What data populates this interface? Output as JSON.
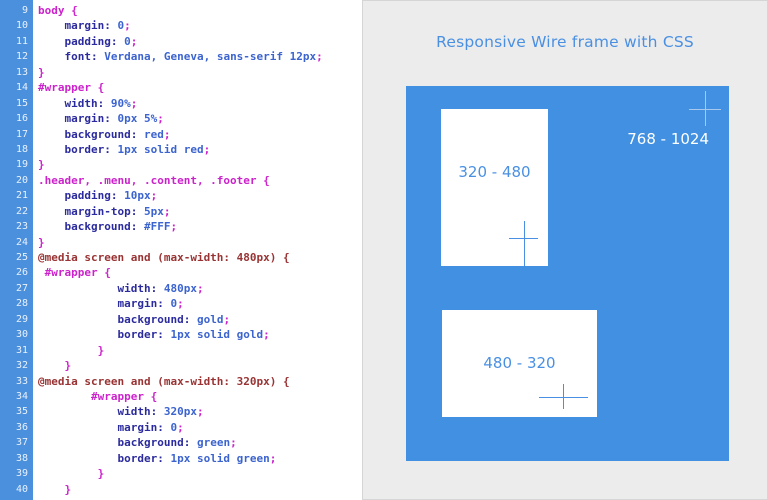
{
  "colors": {
    "gutter_blue": "#4a90dd",
    "wireframe_blue": "#4190e2",
    "accent_text_blue": "#4a90e2",
    "panel_gray": "#ececec",
    "selector_pink": "#cc22cc",
    "media_query_red": "#993333",
    "property_navy": "#2b2b9d",
    "value_blue": "#3c64cf"
  },
  "editor": {
    "first_line_number": 9,
    "last_line_number": 40,
    "lines": [
      {
        "n": 9,
        "segs": [
          [
            "body {",
            "sel"
          ]
        ]
      },
      {
        "n": 10,
        "segs": [
          [
            "    margin: ",
            "prop"
          ],
          [
            "0",
            "val"
          ],
          [
            ";",
            "sel"
          ]
        ]
      },
      {
        "n": 11,
        "segs": [
          [
            "    padding: ",
            "prop"
          ],
          [
            "0",
            "val"
          ],
          [
            ";",
            "sel"
          ]
        ]
      },
      {
        "n": 12,
        "segs": [
          [
            "    font: ",
            "prop"
          ],
          [
            "Verdana, Geneva, sans-serif 12px",
            "val"
          ],
          [
            ";",
            "sel"
          ]
        ]
      },
      {
        "n": 13,
        "segs": [
          [
            "}",
            "sel"
          ]
        ]
      },
      {
        "n": 14,
        "segs": [
          [
            "#wrapper {",
            "sel"
          ]
        ]
      },
      {
        "n": 15,
        "segs": [
          [
            "    width: ",
            "prop"
          ],
          [
            "90%",
            "val"
          ],
          [
            ";",
            "sel"
          ]
        ]
      },
      {
        "n": 16,
        "segs": [
          [
            "    margin: ",
            "prop"
          ],
          [
            "0px 5%",
            "val"
          ],
          [
            ";",
            "sel"
          ]
        ]
      },
      {
        "n": 17,
        "segs": [
          [
            "    background: ",
            "prop"
          ],
          [
            "red",
            "val"
          ],
          [
            ";",
            "sel"
          ]
        ]
      },
      {
        "n": 18,
        "segs": [
          [
            "    border: ",
            "prop"
          ],
          [
            "1px solid red",
            "val"
          ],
          [
            ";",
            "sel"
          ]
        ]
      },
      {
        "n": 19,
        "segs": [
          [
            "}",
            "sel"
          ]
        ]
      },
      {
        "n": 20,
        "segs": [
          [
            ".header, .menu, .content, .footer {",
            "sel"
          ]
        ]
      },
      {
        "n": 21,
        "segs": [
          [
            "    padding: ",
            "prop"
          ],
          [
            "10px",
            "val"
          ],
          [
            ";",
            "sel"
          ]
        ]
      },
      {
        "n": 22,
        "segs": [
          [
            "    margin-top: ",
            "prop"
          ],
          [
            "5px",
            "val"
          ],
          [
            ";",
            "sel"
          ]
        ]
      },
      {
        "n": 23,
        "segs": [
          [
            "    background: ",
            "prop"
          ],
          [
            "#FFF",
            "val"
          ],
          [
            ";",
            "sel"
          ]
        ]
      },
      {
        "n": 24,
        "segs": [
          [
            "}",
            "sel"
          ]
        ]
      },
      {
        "n": 25,
        "segs": [
          [
            "@media screen and (max-width: 480px) {",
            "media"
          ]
        ]
      },
      {
        "n": 26,
        "segs": [
          [
            " #wrapper {",
            "sel"
          ]
        ]
      },
      {
        "n": 27,
        "segs": [
          [
            "            width: ",
            "prop"
          ],
          [
            "480px",
            "val"
          ],
          [
            ";",
            "sel"
          ]
        ]
      },
      {
        "n": 28,
        "segs": [
          [
            "            margin: ",
            "prop"
          ],
          [
            "0",
            "val"
          ],
          [
            ";",
            "sel"
          ]
        ]
      },
      {
        "n": 29,
        "segs": [
          [
            "            background: ",
            "prop"
          ],
          [
            "gold",
            "val"
          ],
          [
            ";",
            "sel"
          ]
        ]
      },
      {
        "n": 30,
        "segs": [
          [
            "            border: ",
            "prop"
          ],
          [
            "1px solid gold",
            "val"
          ],
          [
            ";",
            "sel"
          ]
        ]
      },
      {
        "n": 31,
        "segs": [
          [
            "         }",
            "sel"
          ]
        ]
      },
      {
        "n": 32,
        "segs": [
          [
            "    }",
            "sel"
          ]
        ]
      },
      {
        "n": 33,
        "segs": [
          [
            "@media screen and (max-width: 320px) {",
            "media"
          ]
        ]
      },
      {
        "n": 34,
        "segs": [
          [
            "        #wrapper {",
            "sel"
          ]
        ]
      },
      {
        "n": 35,
        "segs": [
          [
            "            width: ",
            "prop"
          ],
          [
            "320px",
            "val"
          ],
          [
            ";",
            "sel"
          ]
        ]
      },
      {
        "n": 36,
        "segs": [
          [
            "            margin: ",
            "prop"
          ],
          [
            "0",
            "val"
          ],
          [
            ";",
            "sel"
          ]
        ]
      },
      {
        "n": 37,
        "segs": [
          [
            "            background: ",
            "prop"
          ],
          [
            "green",
            "val"
          ],
          [
            ";",
            "sel"
          ]
        ]
      },
      {
        "n": 38,
        "segs": [
          [
            "            border: ",
            "prop"
          ],
          [
            "1px solid green",
            "val"
          ],
          [
            ";",
            "sel"
          ]
        ]
      },
      {
        "n": 39,
        "segs": [
          [
            "         }",
            "sel"
          ]
        ]
      },
      {
        "n": 40,
        "segs": [
          [
            "    }",
            "sel"
          ]
        ]
      }
    ]
  },
  "preview": {
    "title": "Responsive Wire frame with CSS",
    "desktop_range_label": "768 - 1024",
    "portrait_range_label": "320 - 480",
    "landscape_range_label": "480 - 320"
  }
}
